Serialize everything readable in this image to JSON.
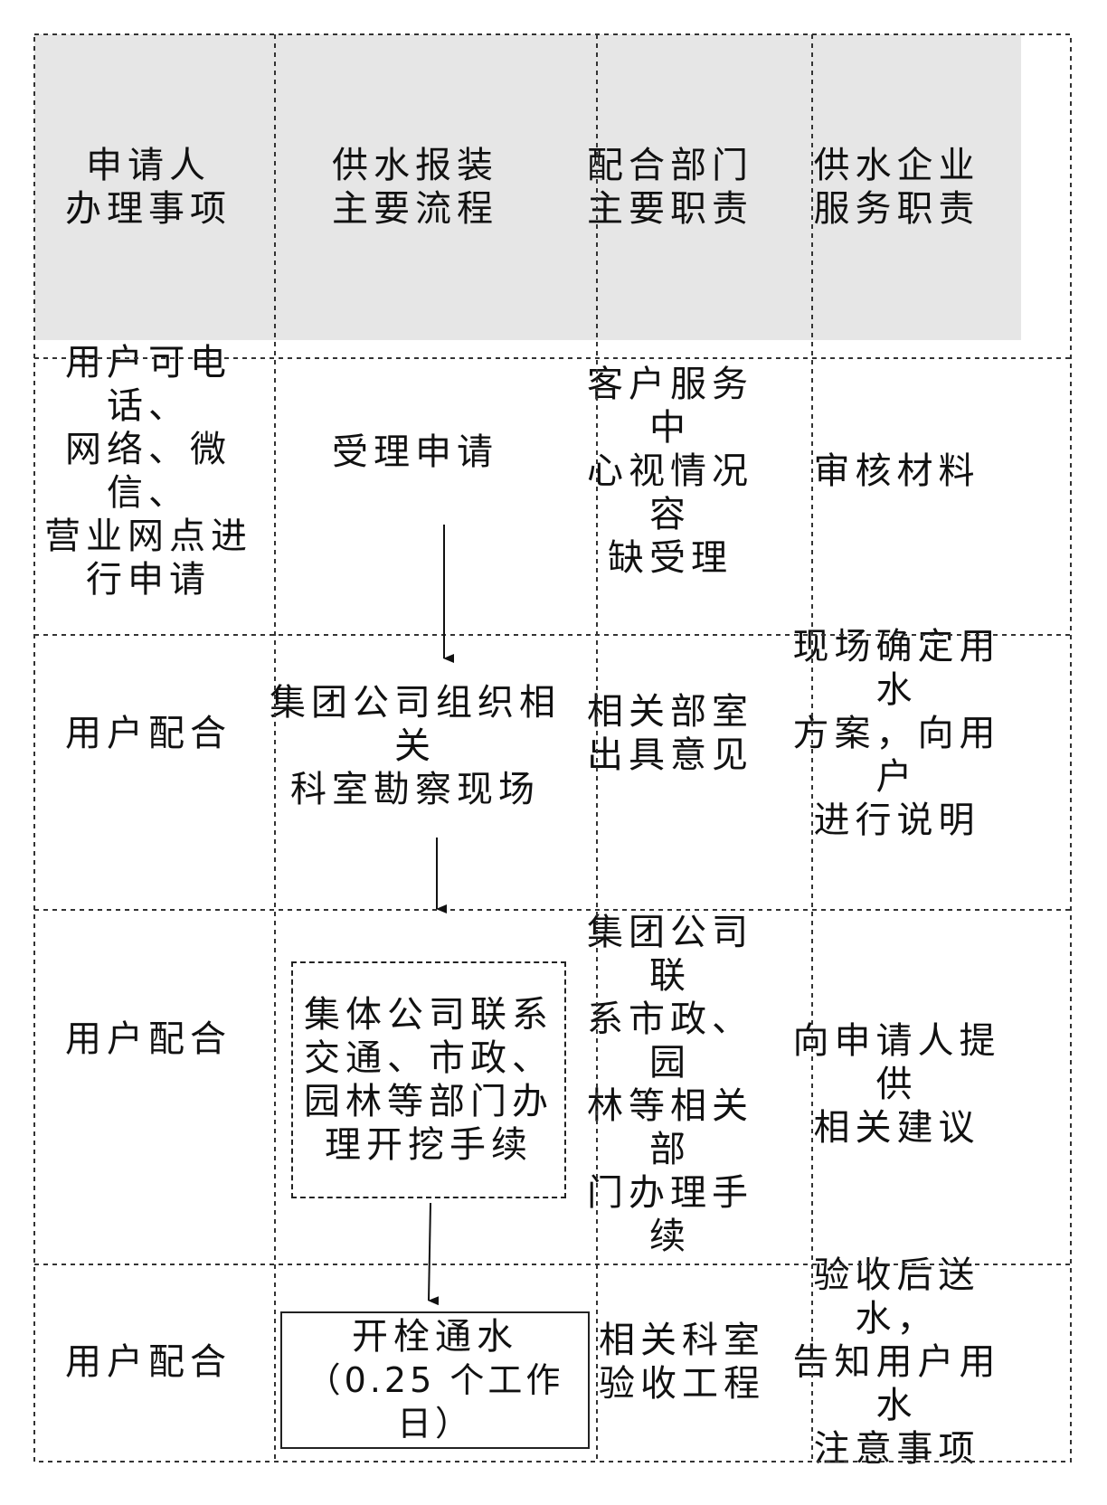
{
  "header": {
    "col1": "申请人\n办理事项",
    "col2": "供水报装\n主要流程",
    "col3": "配合部门\n主要职责",
    "col4": "供水企业\n服务职责"
  },
  "rows": [
    {
      "applicant": "用户可电话、\n网络、微信、\n营业网点进\n行申请",
      "process": "受理申请",
      "department": "客户服务中\n心视情况容\n缺受理",
      "enterprise": "审核材料"
    },
    {
      "applicant": "用户配合",
      "process": "集团公司组织相关\n科室勘察现场",
      "department": "相关部室\n出具意见",
      "enterprise": "现场确定用水\n方案，向用户\n进行说明"
    },
    {
      "applicant": "用户配合",
      "process": "集体公司联系\n交通、市政、\n园林等部门办\n理开挖手续",
      "department": "集团公司联\n系市政、园\n林等相关部\n门办理手续",
      "enterprise": "向申请人提供\n相关建议"
    },
    {
      "applicant": "用户配合",
      "process": "开栓通水",
      "process_note": "（0.25 个工作日）",
      "department": "相关科室\n验收工程",
      "enterprise": "验收后送水，\n告知用户用水\n注意事项"
    }
  ]
}
